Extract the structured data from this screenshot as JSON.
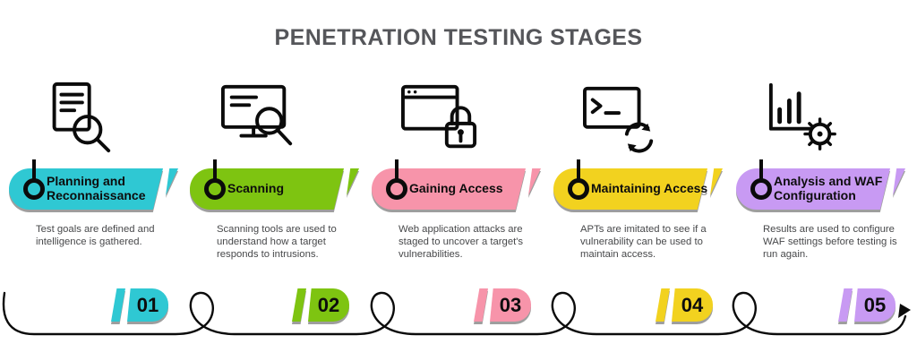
{
  "title": "PENETRATION TESTING STAGES",
  "colors": {
    "title_text": "#55565a",
    "description_text": "#47484a",
    "ink": "#0b0b0b",
    "stage_accents": [
      "#2fc8d3",
      "#7ec411",
      "#f794aa",
      "#f2d21f",
      "#c89af3"
    ]
  },
  "stages": [
    {
      "number": "01",
      "name": "Planning and Reconnaissance",
      "description": "Test goals are defined and intelligence is gathered.",
      "color": "#2fc8d3",
      "icon": "planning-reconnaissance-icon"
    },
    {
      "number": "02",
      "name": "Scanning",
      "description": "Scanning tools are used to understand how a target responds to intrusions.",
      "color": "#7ec411",
      "icon": "scanning-icon"
    },
    {
      "number": "03",
      "name": "Gaining Access",
      "description": "Web application attacks are staged to uncover a target's vulnerabilities.",
      "color": "#f794aa",
      "icon": "gaining-access-icon"
    },
    {
      "number": "04",
      "name": "Maintaining Access",
      "description": "APTs are imitated to see if a vulnerability can be used to maintain access.",
      "color": "#f2d21f",
      "icon": "maintaining-access-icon"
    },
    {
      "number": "05",
      "name": "Analysis and WAF Configuration",
      "description": "Results are used to configure WAF settings before testing is run again.",
      "color": "#c89af3",
      "icon": "analysis-waf-icon"
    }
  ]
}
